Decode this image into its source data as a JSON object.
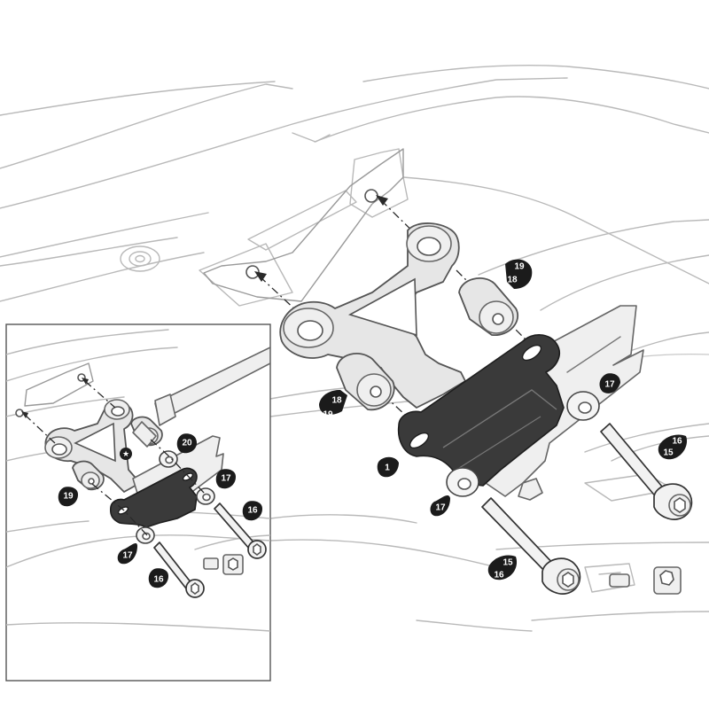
{
  "callouts": {
    "main": {
      "top_spacer_upper": "19",
      "top_spacer_lower": "18",
      "left_spacer_upper": "18",
      "left_spacer_lower": "19",
      "plate": "1",
      "right_washer": "17",
      "center_washer": "17",
      "right_bolt_upper": "16",
      "right_bolt_lower": "15",
      "center_bolt_upper": "15",
      "center_bolt_lower": "16"
    },
    "inset": {
      "pin": "20",
      "spacer": "19",
      "right_washer": "17",
      "right_bolt": "16",
      "left_washer": "17",
      "left_bolt": "16"
    }
  },
  "colors": {
    "background": "#ffffff",
    "outline": "#b9b9b9",
    "part_fill": "#e6e6e6",
    "plate_fill": "#3a3a3a",
    "badge_fill": "#1b1b1b"
  },
  "icons": {
    "callout_badge": "dark-teardrop-badge",
    "pin_marker": "star-marker-icon"
  }
}
